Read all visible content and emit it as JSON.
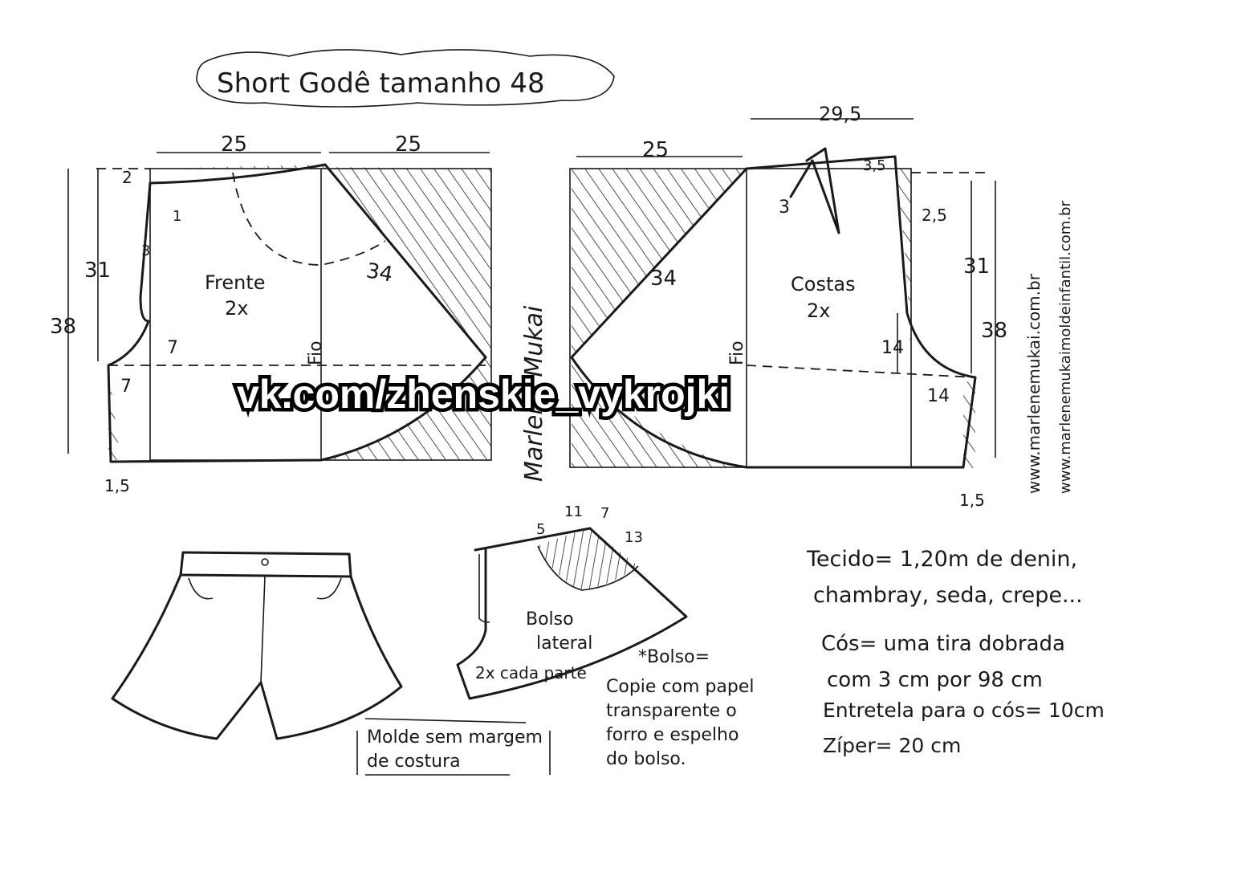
{
  "title": "Short Godê tamanho 48",
  "front": {
    "label": "Frente",
    "count": "2x",
    "grain": "Fio",
    "measures": {
      "top_left": "25",
      "top_right": "25",
      "diagonal": "34",
      "height_total": "38",
      "height_crotch": "31",
      "waist_drop": "2",
      "dart": "1",
      "side_curve": "3",
      "crotch_depth": "7",
      "crotch_ext": "7",
      "hem": "1,5"
    }
  },
  "back": {
    "label": "Costas",
    "count": "2x",
    "grain": "Fio",
    "measures": {
      "top_left": "25",
      "top_right": "29,5",
      "diagonal": "34",
      "height_total": "38",
      "height_crotch": "31",
      "rise": "3,5",
      "dart": "3",
      "side": "2,5",
      "crotch_depth": "14",
      "crotch_ext": "14",
      "hem": "1,5"
    }
  },
  "signature": "Marlene Mukai",
  "urls": [
    "www.marlenemukai.com.br",
    "www.marlenemukaimoldeinfantil.com.br"
  ],
  "watermark": "vk.com/zhenskie_vykrojki",
  "pocket": {
    "label_line1": "Bolso",
    "label_line2": "lateral",
    "label_line3": "2x cada parte",
    "measures": [
      "5",
      "11",
      "7",
      "13"
    ]
  },
  "pocket_note": {
    "heading": "*Bolso=",
    "lines": [
      "Copie com papel",
      "transparente o",
      "forro e espelho",
      "do bolso."
    ]
  },
  "pattern_note": {
    "lines": [
      "Molde sem margem",
      "de costura"
    ]
  },
  "notes": [
    "Tecido= 1,20m de denin,",
    "chambray, seda, crepe...",
    "Cós= uma tira dobrada",
    "com 3 cm por 98 cm",
    "Entretela para o cós= 10cm",
    "Zíper= 20 cm"
  ]
}
